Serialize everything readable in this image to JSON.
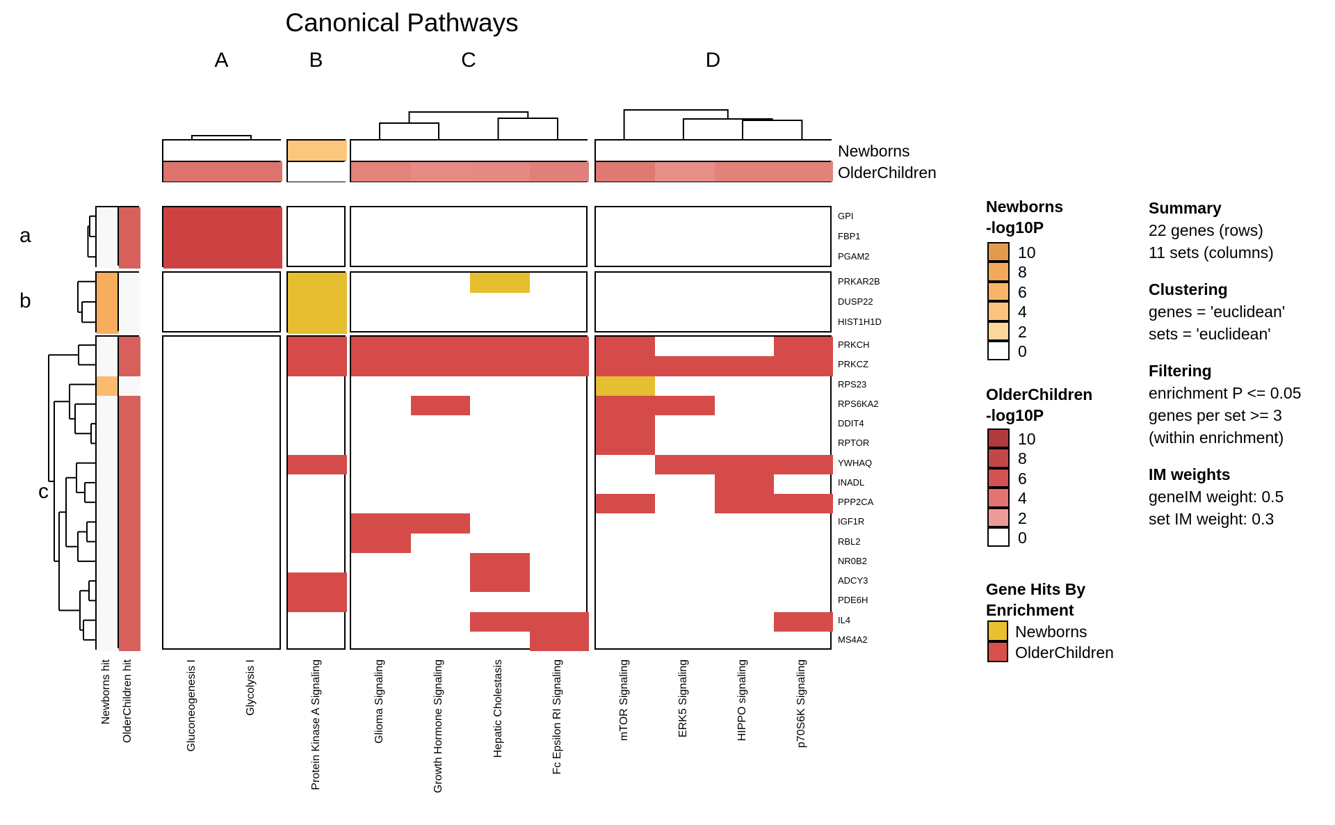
{
  "chart_data": {
    "type": "heatmap",
    "title": "Canonical Pathways",
    "col_groups": [
      "A",
      "B",
      "C",
      "D"
    ],
    "row_groups": [
      "a",
      "b",
      "c"
    ],
    "columns": [
      {
        "label": "Newborns hit",
        "block": "hits"
      },
      {
        "label": "OlderChildren hit",
        "block": "hits"
      },
      {
        "label": "Gluconeogenesis I",
        "block": "A"
      },
      {
        "label": "Glycolysis I",
        "block": "A"
      },
      {
        "label": "Protein Kinase A Signaling",
        "block": "B"
      },
      {
        "label": "Glioma Signaling",
        "block": "C"
      },
      {
        "label": "Growth Hormone Signaling",
        "block": "C"
      },
      {
        "label": "Hepatic Cholestasis",
        "block": "C"
      },
      {
        "label": "Fc Epsilon RI Signaling",
        "block": "C"
      },
      {
        "label": "mTOR Signaling",
        "block": "D"
      },
      {
        "label": "ERK5 Signaling",
        "block": "D"
      },
      {
        "label": "HIPPO signaling",
        "block": "D"
      },
      {
        "label": "p70S6K Signaling",
        "block": "D"
      }
    ],
    "rows": [
      {
        "gene": "GPI",
        "group": "a"
      },
      {
        "gene": "FBP1",
        "group": "a"
      },
      {
        "gene": "PGAM2",
        "group": "a"
      },
      {
        "gene": "PRKAR2B",
        "group": "b"
      },
      {
        "gene": "DUSP22",
        "group": "b"
      },
      {
        "gene": "HIST1H1D",
        "group": "b"
      },
      {
        "gene": "PRKCH",
        "group": "c"
      },
      {
        "gene": "PRKCZ",
        "group": "c"
      },
      {
        "gene": "RPS23",
        "group": "c"
      },
      {
        "gene": "RPS6KA2",
        "group": "c"
      },
      {
        "gene": "DDIT4",
        "group": "c"
      },
      {
        "gene": "RPTOR",
        "group": "c"
      },
      {
        "gene": "YWHAQ",
        "group": "c"
      },
      {
        "gene": "INADL",
        "group": "c"
      },
      {
        "gene": "PPP2CA",
        "group": "c"
      },
      {
        "gene": "IGF1R",
        "group": "c"
      },
      {
        "gene": "RBL2",
        "group": "c"
      },
      {
        "gene": "NR0B2",
        "group": "c"
      },
      {
        "gene": "ADCY3",
        "group": "c"
      },
      {
        "gene": "PDE6H",
        "group": "c"
      },
      {
        "gene": "IL4",
        "group": "c"
      },
      {
        "gene": "MS4A2",
        "group": "c"
      }
    ],
    "palette": {
      "0": "#FFFFFF",
      "h0": "#F8F8F8",
      "N": "#F7AD5C",
      "n": "#FABB6E",
      "O": "#D7605C",
      "R": "#CC4243",
      "r": "#D44B49",
      "g": "#E5BF2F"
    },
    "matrix": [
      [
        "h0",
        "O",
        "R",
        "R",
        "0",
        "0",
        "0",
        "0",
        "0",
        "0",
        "0",
        "0",
        "0"
      ],
      [
        "h0",
        "O",
        "R",
        "R",
        "0",
        "0",
        "0",
        "0",
        "0",
        "0",
        "0",
        "0",
        "0"
      ],
      [
        "h0",
        "O",
        "R",
        "R",
        "0",
        "0",
        "0",
        "0",
        "0",
        "0",
        "0",
        "0",
        "0"
      ],
      [
        "N",
        "h0",
        "0",
        "0",
        "g",
        "0",
        "0",
        "g",
        "0",
        "0",
        "0",
        "0",
        "0"
      ],
      [
        "N",
        "h0",
        "0",
        "0",
        "g",
        "0",
        "0",
        "0",
        "0",
        "0",
        "0",
        "0",
        "0"
      ],
      [
        "N",
        "h0",
        "0",
        "0",
        "g",
        "0",
        "0",
        "0",
        "0",
        "0",
        "0",
        "0",
        "0"
      ],
      [
        "h0",
        "O",
        "0",
        "0",
        "r",
        "r",
        "r",
        "r",
        "r",
        "r",
        "0",
        "0",
        "r"
      ],
      [
        "h0",
        "O",
        "0",
        "0",
        "r",
        "r",
        "r",
        "r",
        "r",
        "r",
        "r",
        "r",
        "r"
      ],
      [
        "n",
        "h0",
        "0",
        "0",
        "0",
        "0",
        "0",
        "0",
        "0",
        "g",
        "0",
        "0",
        "0"
      ],
      [
        "h0",
        "O",
        "0",
        "0",
        "0",
        "0",
        "r",
        "0",
        "0",
        "r",
        "r",
        "0",
        "0"
      ],
      [
        "h0",
        "O",
        "0",
        "0",
        "0",
        "0",
        "0",
        "0",
        "0",
        "r",
        "0",
        "0",
        "0"
      ],
      [
        "h0",
        "O",
        "0",
        "0",
        "0",
        "0",
        "0",
        "0",
        "0",
        "r",
        "0",
        "0",
        "0"
      ],
      [
        "h0",
        "O",
        "0",
        "0",
        "r",
        "0",
        "0",
        "0",
        "0",
        "0",
        "r",
        "r",
        "r"
      ],
      [
        "h0",
        "O",
        "0",
        "0",
        "0",
        "0",
        "0",
        "0",
        "0",
        "0",
        "0",
        "r",
        "0"
      ],
      [
        "h0",
        "O",
        "0",
        "0",
        "0",
        "0",
        "0",
        "0",
        "0",
        "r",
        "0",
        "r",
        "r"
      ],
      [
        "h0",
        "O",
        "0",
        "0",
        "0",
        "r",
        "r",
        "0",
        "0",
        "0",
        "0",
        "0",
        "0"
      ],
      [
        "h0",
        "O",
        "0",
        "0",
        "0",
        "r",
        "0",
        "0",
        "0",
        "0",
        "0",
        "0",
        "0"
      ],
      [
        "h0",
        "O",
        "0",
        "0",
        "0",
        "0",
        "0",
        "r",
        "0",
        "0",
        "0",
        "0",
        "0"
      ],
      [
        "h0",
        "O",
        "0",
        "0",
        "r",
        "0",
        "0",
        "r",
        "0",
        "0",
        "0",
        "0",
        "0"
      ],
      [
        "h0",
        "O",
        "0",
        "0",
        "r",
        "0",
        "0",
        "0",
        "0",
        "0",
        "0",
        "0",
        "0"
      ],
      [
        "h0",
        "O",
        "0",
        "0",
        "0",
        "0",
        "0",
        "r",
        "r",
        "0",
        "0",
        "0",
        "r"
      ],
      [
        "h0",
        "O",
        "0",
        "0",
        "0",
        "0",
        "0",
        "0",
        "r",
        "0",
        "0",
        "0",
        "0"
      ]
    ],
    "annotation": {
      "row_labels": [
        "Newborns",
        "OlderChildren"
      ],
      "newborns": [
        "#FFFFFF",
        "#FFFFFF",
        "#FBC77F",
        "#FFFFFF",
        "#FFFFFF",
        "#FFFFFF",
        "#FFFFFF",
        "#FFFFFF",
        "#FFFFFF",
        "#FFFFFF",
        "#FFFFFF"
      ],
      "olderchildren": [
        "#DD736D",
        "#DD736D",
        "#FFFFFF",
        "#E2837C",
        "#E68B84",
        "#E58A83",
        "#E1807A",
        "#DE7973",
        "#E78F89",
        "#E2827B",
        "#E2827B"
      ]
    },
    "legend_newborns": {
      "title_lines": [
        "Newborns",
        "-log10P"
      ],
      "ticks": [
        "10",
        "8",
        "6",
        "4",
        "2",
        "0"
      ],
      "colors": [
        "#E29B4D",
        "#F2A95A",
        "#F8B468",
        "#FBC37D",
        "#FDD69E",
        "#FFFFFF"
      ]
    },
    "legend_olderchildren": {
      "title_lines": [
        "OlderChildren",
        "-log10P"
      ],
      "ticks": [
        "10",
        "8",
        "6",
        "4",
        "2",
        "0"
      ],
      "colors": [
        "#B23A3E",
        "#C44747",
        "#D45252",
        "#E27370",
        "#EE9A97",
        "#FFFFFF"
      ]
    },
    "legend_gene_hits": {
      "title_lines": [
        "Gene Hits By",
        "Enrichment"
      ],
      "entries": [
        {
          "label": "Newborns",
          "color": "#E9C12F"
        },
        {
          "label": "OlderChildren",
          "color": "#D94F4C"
        }
      ]
    },
    "info_panel": {
      "sections": [
        {
          "heading": "Summary",
          "lines": [
            "22 genes (rows)",
            "11 sets (columns)"
          ]
        },
        {
          "heading": "Clustering",
          "lines": [
            "genes = 'euclidean'",
            "sets = 'euclidean'"
          ]
        },
        {
          "heading": "Filtering",
          "lines": [
            "enrichment P <= 0.05",
            "genes per set >= 3",
            "(within enrichment)"
          ]
        },
        {
          "heading": "IM weights",
          "lines": [
            "geneIM weight: 0.5",
            "set IM weight: 0.3"
          ]
        }
      ]
    }
  }
}
